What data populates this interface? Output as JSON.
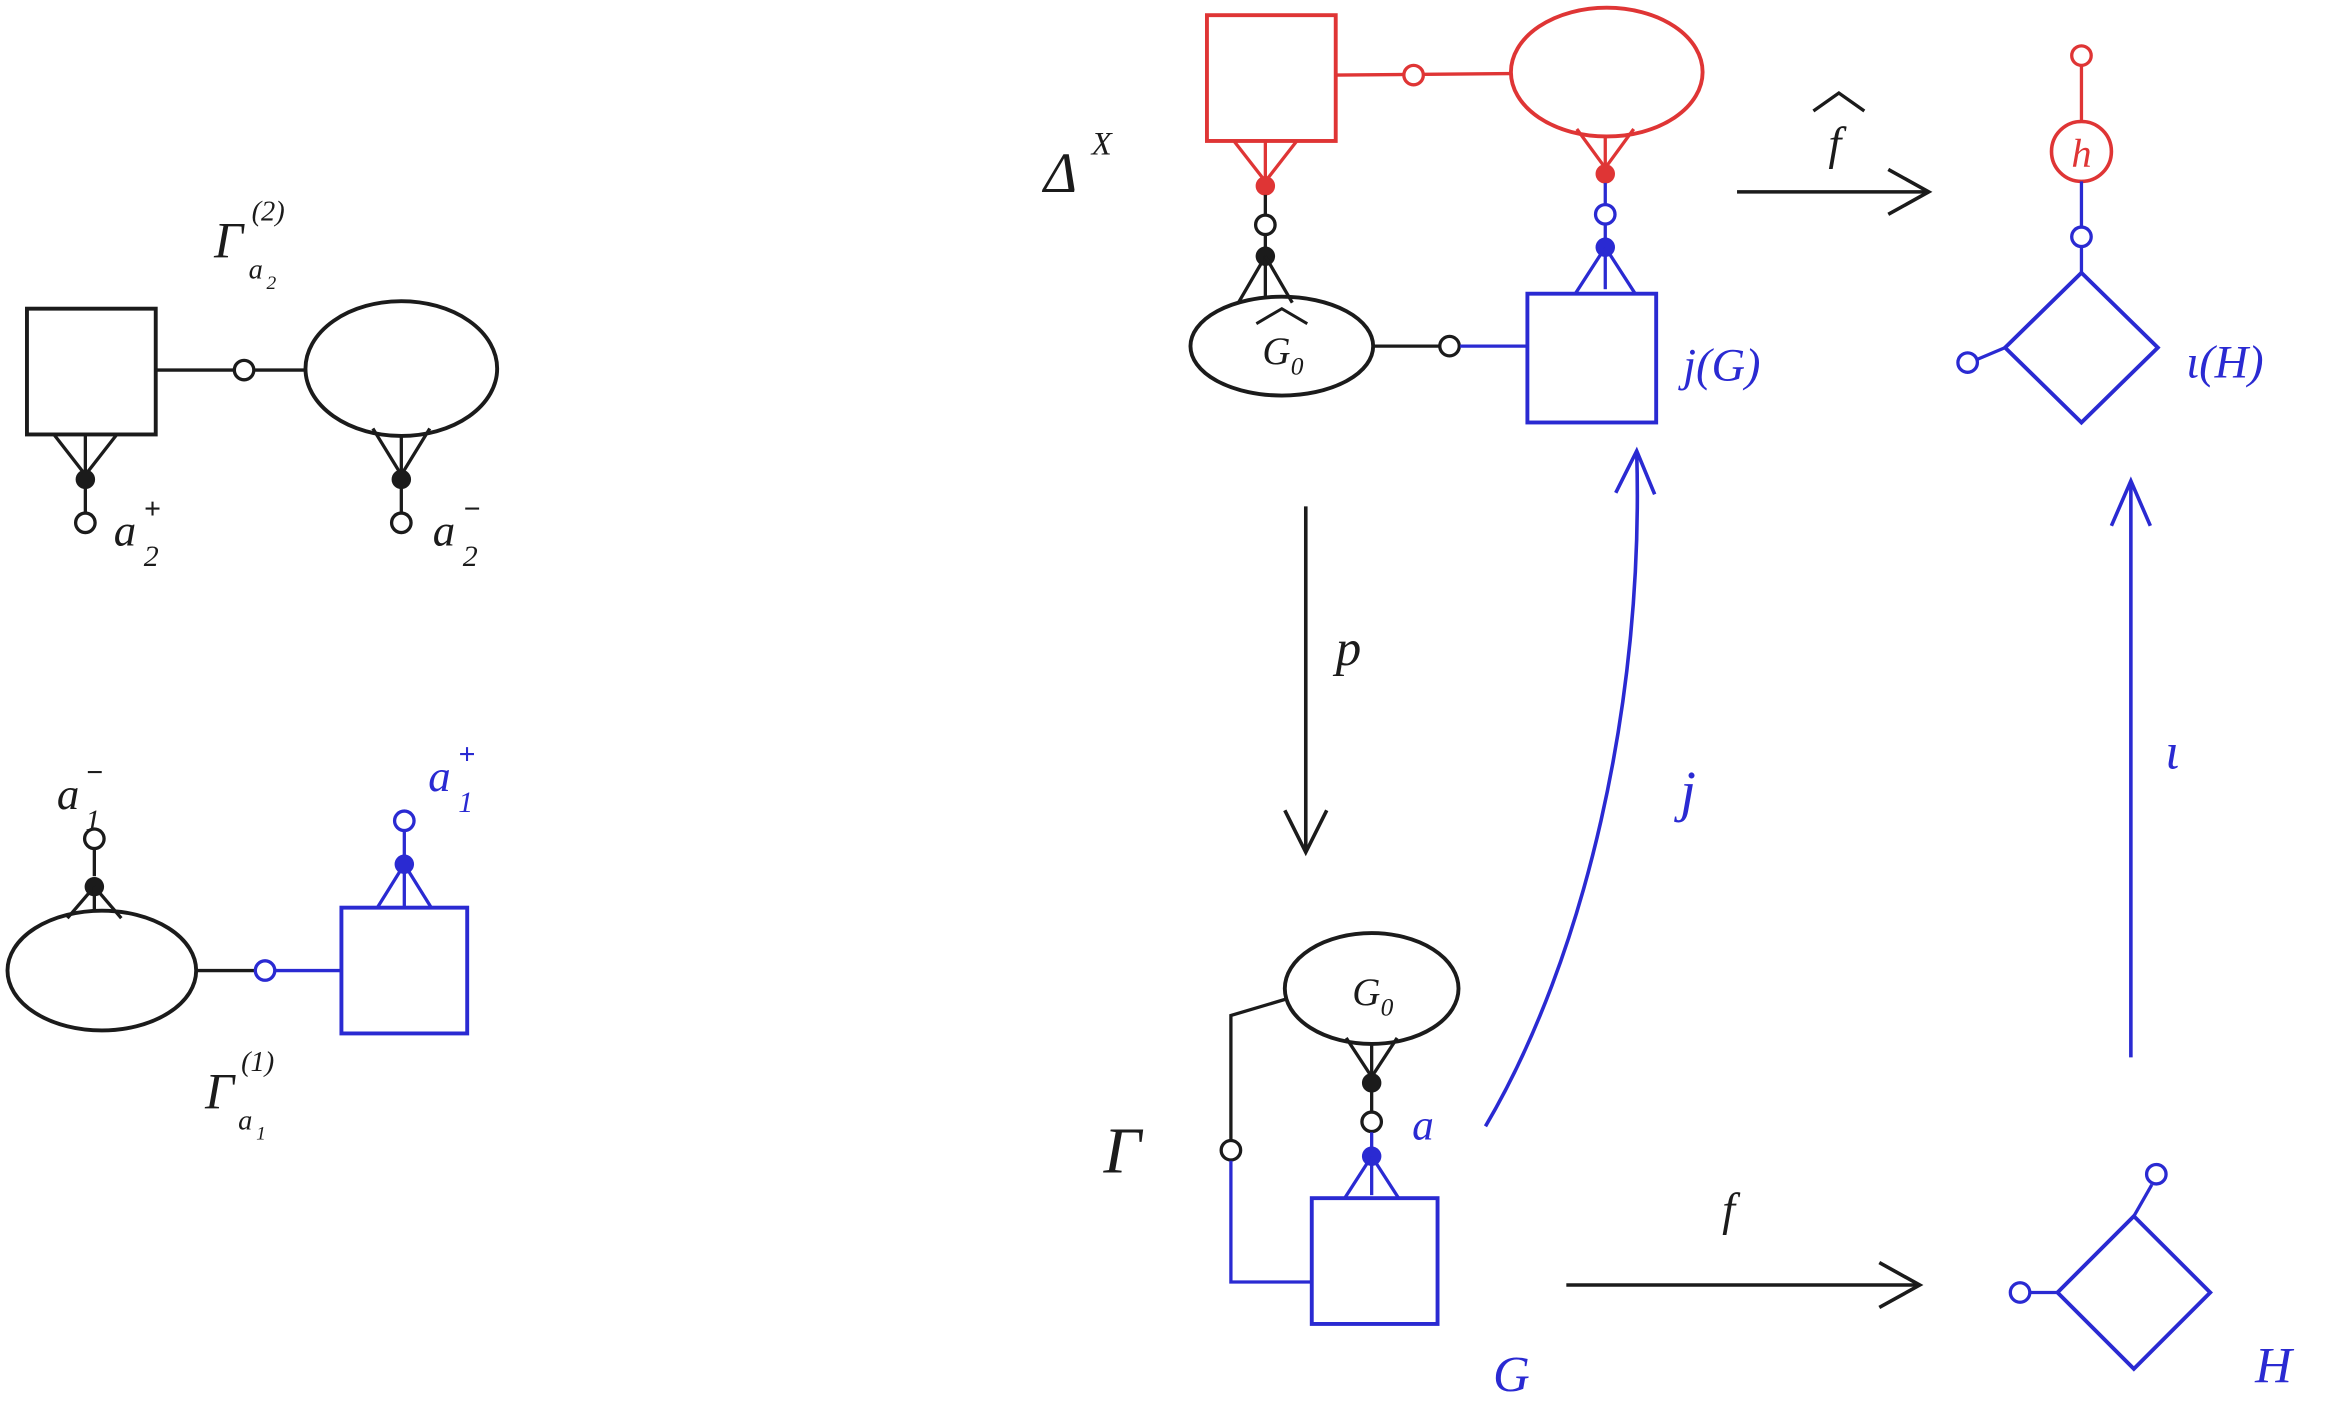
{
  "left_top": {
    "title": {
      "base": "Γ",
      "sup": "(2)",
      "sub": "a",
      "subsub": "2"
    },
    "port_square": {
      "base": "a",
      "sup": "+",
      "sub": "2"
    },
    "port_ellipse": {
      "base": "a",
      "sup": "−",
      "sub": "2"
    }
  },
  "left_bottom": {
    "port_ellipse": {
      "base": "a",
      "sup": "−",
      "sub": "1"
    },
    "port_square": {
      "base": "a",
      "sup": "+",
      "sub": "1"
    },
    "title": {
      "base": "Γ",
      "sup": "(1)",
      "sub": "a",
      "subsub": "1"
    }
  },
  "right": {
    "delta": {
      "base": "Δ",
      "sup": "X"
    },
    "g0hat": {
      "base": "G",
      "sub": "0"
    },
    "jG_label": "j(G)",
    "fhat_label": "f",
    "h_label": "h",
    "iotaH_label": "ι(H)",
    "p_label": "p",
    "gamma_label": "Γ",
    "g0": {
      "base": "G",
      "sub": "0"
    },
    "a_label": "a",
    "G_label": "G",
    "f_label": "f",
    "H_label": "H",
    "j_label": "j",
    "iota_label": "ι"
  },
  "colors": {
    "ink": "#1b1b1b",
    "blue": "#2a2ad2",
    "red": "#df3535",
    "background": "#ffffff"
  }
}
